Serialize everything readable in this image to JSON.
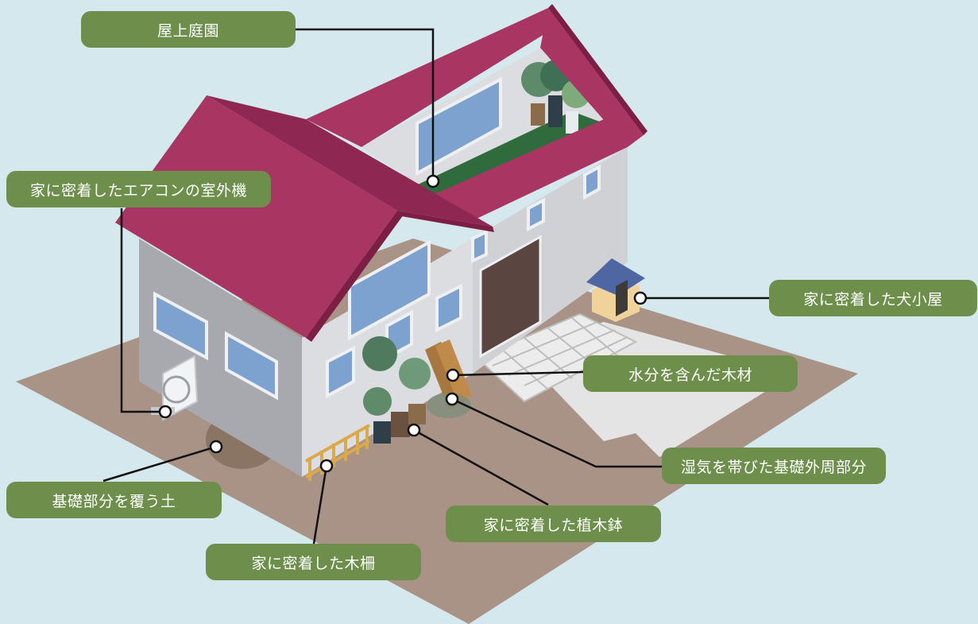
{
  "labels": {
    "rooftop_garden": "屋上庭園",
    "aircon": "家に密着したエアコンの室外機",
    "doghouse": "家に密着した犬小屋",
    "wet_wood": "水分を含んだ木材",
    "damp_foundation": "湿気を帯びた基礎外周部分",
    "soil": "基礎部分を覆う土",
    "planters": "家に密着した植木鉢",
    "fence": "家に密着した木柵"
  },
  "colors": {
    "background": "#d4e8ee",
    "label_fill": "#6e8f4b",
    "roof": "#a83562",
    "roof_dark": "#7d1f45",
    "wall_light": "#dcdde0",
    "wall_dark": "#a7a9ae",
    "ground": "#a99286",
    "window": "#7ea2cf",
    "leader_line": "#111111"
  }
}
